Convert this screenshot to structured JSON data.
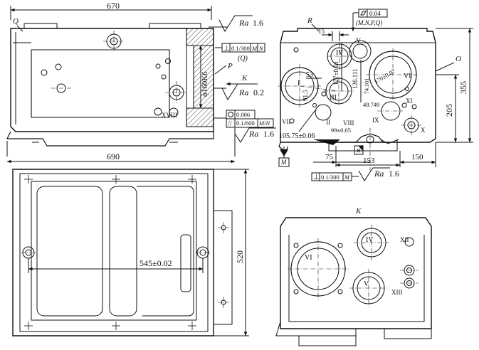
{
  "labels": {
    "dim_670": "670",
    "dim_690": "690",
    "dim_520": "520",
    "dim_545": "545±0.02",
    "phi160": "ϕ160K6",
    "letter_Q": "Q",
    "letter_P": "P",
    "letter_K": "K",
    "letter_K2": "K",
    "letter_R": "R",
    "letter_O": "O",
    "letter_M": "M",
    "roman_XVIII": "XVIII",
    "ra": "Ra",
    "ra_16a": "1.6",
    "ra_02": "0.2",
    "ra_16b": "1.6",
    "ra_16c": "1.6",
    "tol_perp_top": "0.1/300",
    "tol_perp_top_refs": [
      "M",
      "N"
    ],
    "tol_Q_paren": "(Q)",
    "tol_round": "0.006",
    "tol_parallel": "0.1/600",
    "tol_parallel_ref": "M/N",
    "tol_flat_val": "0.04",
    "tol_flat_refs": "(M,N,P,Q)",
    "tol_perp_bottom": "0.1/300",
    "tol_perp_bottom_ref": "M",
    "dim_15": "15",
    "dim_53": "53",
    "dim_127": "127±0.01",
    "dim_126": "126.111",
    "dim_74": "74.101",
    "dim_170": "170±0.07",
    "dim_49": "49.749",
    "dim_91": "91.5",
    "dim_10575": "105.75±0.06",
    "dim_99": "99±0.05",
    "dim_75": "75",
    "dim_153": "153",
    "dim_150": "150",
    "dim_355": "355",
    "dim_205": "205",
    "roman_I": "I",
    "roman_II": "II",
    "roman_III": "III",
    "roman_IV": "IV",
    "roman_V": "V",
    "roman_VI": "VI",
    "roman_VII": "VII",
    "roman_VIII": "VIII",
    "roman_IX": "IX",
    "roman_X": "X",
    "roman_XI": "XI",
    "roman_IV_b": "IV",
    "roman_V_b": "V",
    "roman_VI_b": "VI",
    "roman_XII": "XII",
    "roman_XIII": "XIII"
  }
}
